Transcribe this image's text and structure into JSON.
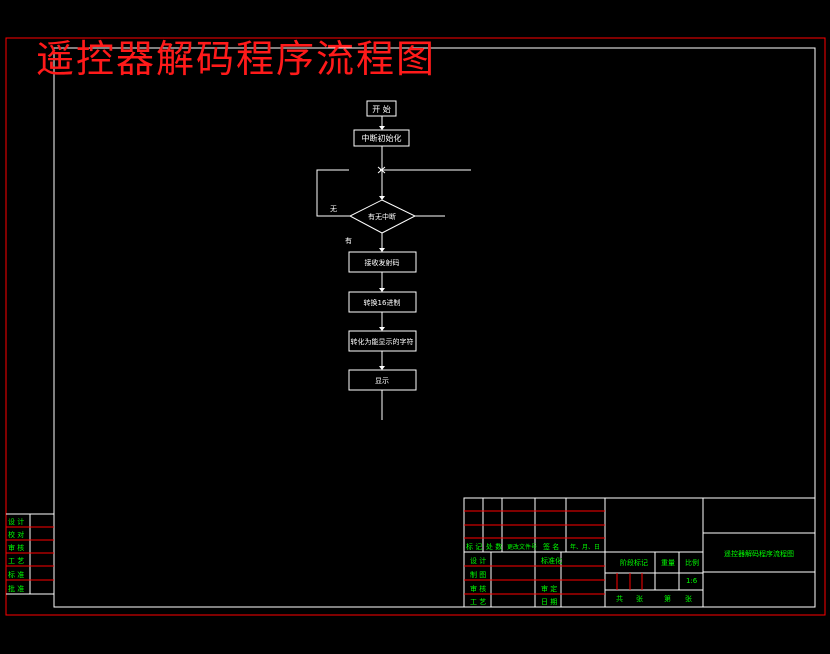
{
  "title": "遥控器解码程序流程图",
  "colors": {
    "border": "#ff0000",
    "lines": "#ffffff",
    "accent_text": "#00ff00",
    "title": "#ff1a1a"
  },
  "flow": {
    "start": "开 始",
    "init": "中断初始化",
    "decision": "有无中断",
    "branch_no": "无",
    "branch_yes": "有",
    "step1": "接收发射码",
    "step2": "转换16进制",
    "step3": "转化为能显示的字符",
    "step4": "显示"
  },
  "left_block": [
    "设 计",
    "校 对",
    "审 核",
    "工 艺",
    "标 准",
    "批 准"
  ],
  "title_block": {
    "header_cols": [
      "标 记",
      "处 数",
      "更改文件号",
      "签 名",
      "年、月、日"
    ],
    "row_labels": [
      "设 计",
      "制 图",
      "审 核",
      "工 艺"
    ],
    "mid_labels": [
      "标准化",
      "审 定",
      "日 期"
    ],
    "stage_label": "阶段标记",
    "weight_label": "重量",
    "scale_label": "比例",
    "scale_value": "1:6",
    "sheet_labels": [
      "共",
      "张",
      "第",
      "张"
    ],
    "drawing_name": "遥控器解码程序流程图"
  }
}
